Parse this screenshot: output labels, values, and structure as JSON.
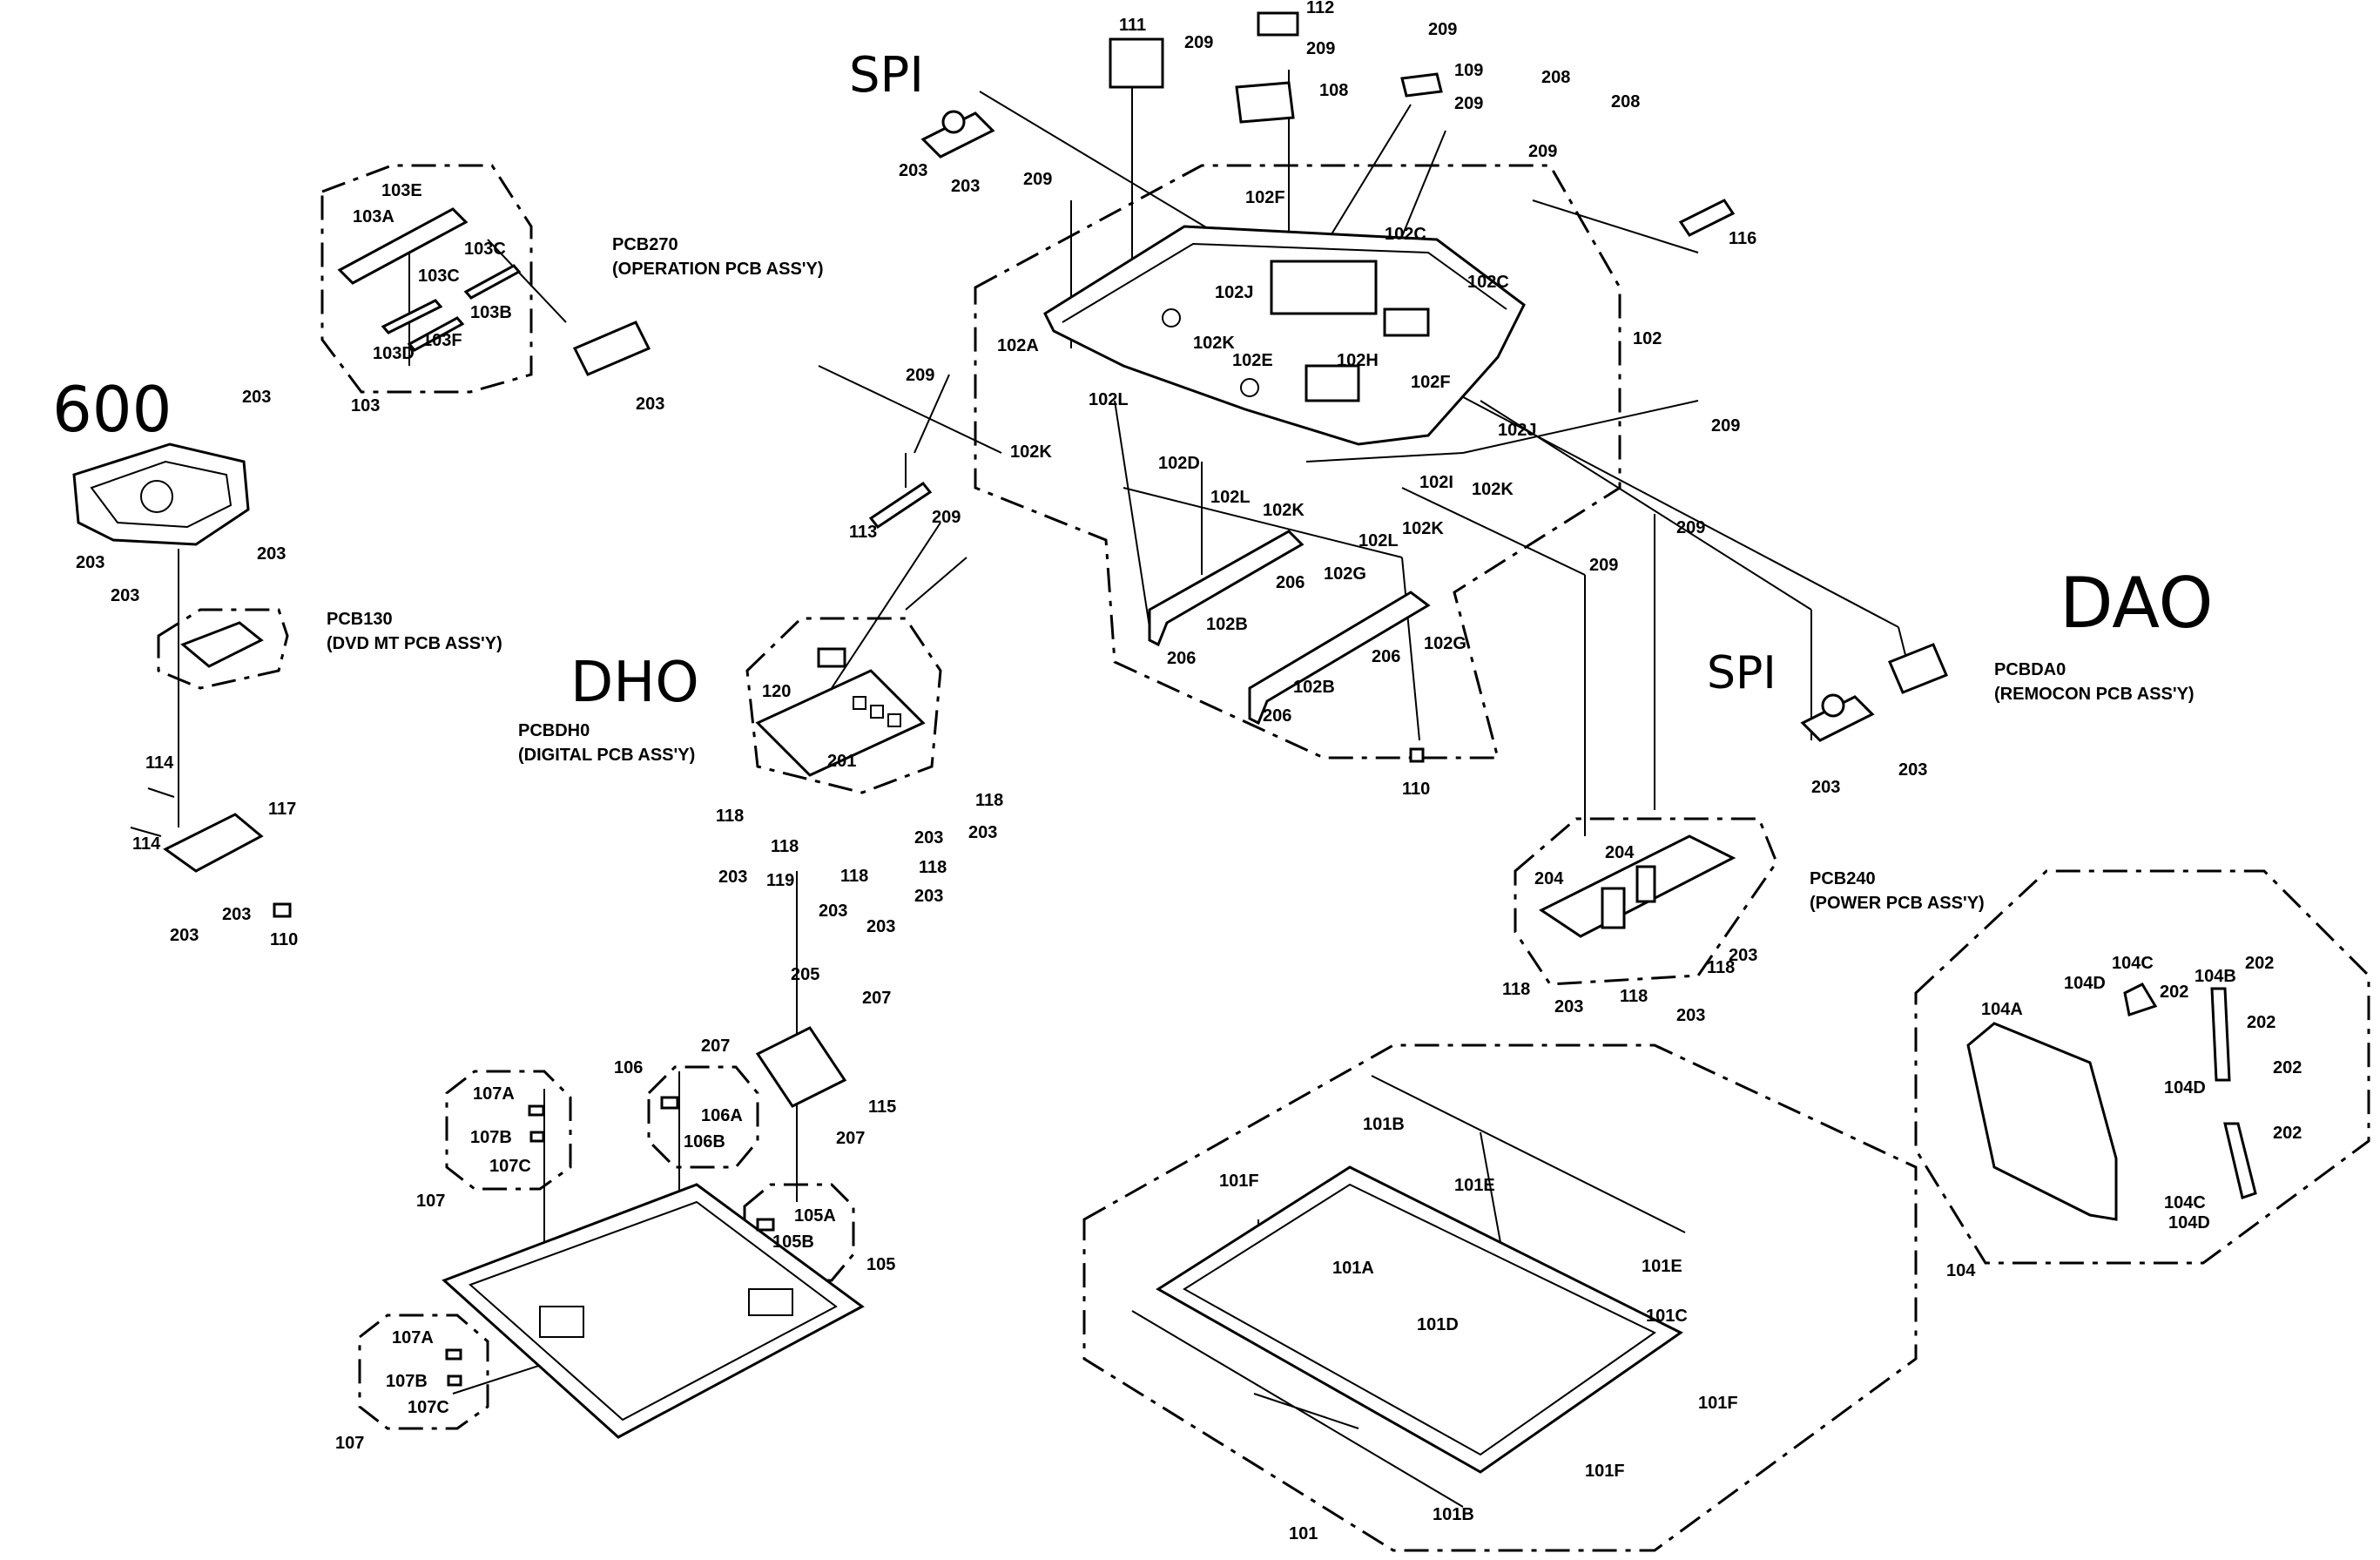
{
  "handwritten_notes": {
    "spi_top": "SPI",
    "spi_right": "SPI",
    "dao": "DAO",
    "dho": "DHO",
    "num_600": "600"
  },
  "assemblies": {
    "pcb270_code": "PCB270",
    "pcb270_name": "(OPERATION  PCB ASS'Y)",
    "pcb130_code": "PCB130",
    "pcb130_name": "(DVD MT PCB ASS'Y)",
    "pcbdh0_code": "PCBDH0",
    "pcbdh0_name": "(DIGITAL PCB ASS'Y)",
    "pcbda0_code": "PCBDA0",
    "pcbda0_name": "(REMOCON PCB ASS'Y)",
    "pcb240_code": "PCB240",
    "pcb240_name": "(POWER PCB ASS'Y)"
  },
  "labels": {
    "l111": "111",
    "l112": "112",
    "l108": "108",
    "l109": "109",
    "l209a": "209",
    "l209b": "209",
    "l209c": "209",
    "l209d": "209",
    "l209e": "209",
    "l209f": "209",
    "l209g": "209",
    "l209h": "209",
    "l209i": "209",
    "l209j": "209",
    "l209k": "209",
    "l208a": "208",
    "l208b": "208",
    "l116": "116",
    "l102": "102",
    "l102a": "102A",
    "l102c1": "102C",
    "l102c2": "102C",
    "l102f1": "102F",
    "l102f2": "102F",
    "l102j1": "102J",
    "l102j2": "102J",
    "l102k1": "102K",
    "l102k2": "102K",
    "l102k3": "102K",
    "l102k4": "102K",
    "l102k5": "102K",
    "l102e": "102E",
    "l102h": "102H",
    "l102l1": "102L",
    "l102l2": "102L",
    "l102l3": "102L",
    "l102d": "102D",
    "l102i": "102I",
    "l102b1": "102B",
    "l102b2": "102B",
    "l102g1": "102G",
    "l102g2": "102G",
    "l206a": "206",
    "l206b": "206",
    "l206c": "206",
    "l206d": "206",
    "l113": "113",
    "l110a": "110",
    "l110b": "110",
    "l103": "103",
    "l103a": "103A",
    "l103b": "103B",
    "l103c1": "103C",
    "l103c2": "103C",
    "l103d": "103D",
    "l103e": "103E",
    "l103f": "103F",
    "l203": "203",
    "l120": "120",
    "l201": "201",
    "l118": "118",
    "l119": "119",
    "l114": "114",
    "l117": "117",
    "l204": "204",
    "l205": "205",
    "l207": "207",
    "l106": "106",
    "l106a": "106A",
    "l106b": "106B",
    "l115": "115",
    "l105": "105",
    "l105a": "105A",
    "l105b": "105B",
    "l107": "107",
    "l107a": "107A",
    "l107b": "107B",
    "l107c": "107C",
    "l101": "101",
    "l101a": "101A",
    "l101b": "101B",
    "l101c": "101C",
    "l101d": "101D",
    "l101e": "101E",
    "l101f": "101F",
    "l104": "104",
    "l104a": "104A",
    "l104b": "104B",
    "l104c": "104C",
    "l104d": "104D",
    "l202": "202"
  }
}
